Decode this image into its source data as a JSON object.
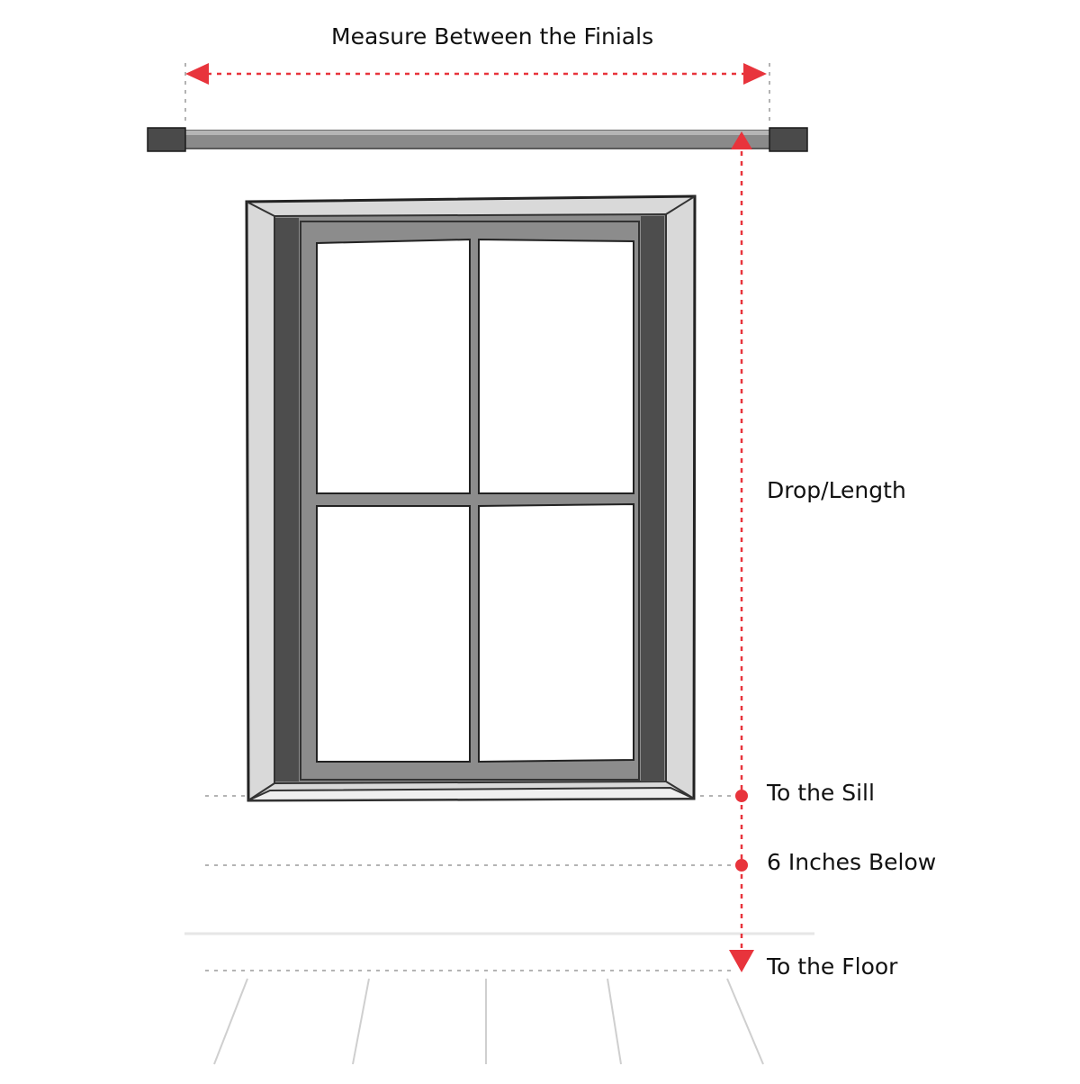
{
  "labels": {
    "width": "Measure Between the Finials",
    "drop": "Drop/Length",
    "sill": "To the Sill",
    "below": "6 Inches Below",
    "floor": "To the Floor"
  },
  "colors": {
    "accent": "#e8343c",
    "rod": "#8a8a8a",
    "finial": "#4a4a4a",
    "frame_dark": "#4d4d4d",
    "frame_mid": "#8c8c8c",
    "frame_light": "#d8d8d8",
    "guide": "#b3b3b3"
  }
}
